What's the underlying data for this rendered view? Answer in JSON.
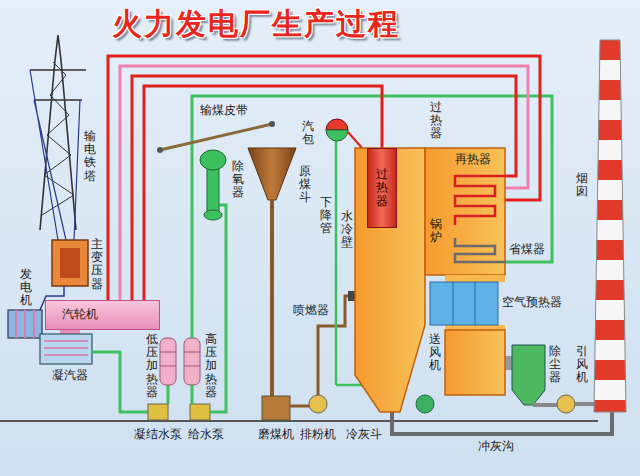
{
  "diagram": {
    "title": "火力发电厂生产过程",
    "nodes": [
      {
        "text": [
          "锅炉"
        ]
      },
      {
        "text": [
          "过热器"
        ],
        "in": 0
      },
      {
        "text": [
          "汽轮机"
        ]
      }
    ],
    "edges": [
      {
        "from": 1,
        "to": 2,
        "arrow": "none"
      }
    ],
    "labels": [
      "输电铁塔",
      "输煤皮带",
      "汽包",
      "除氧器",
      "过热器",
      "再热器",
      "原煤斗",
      "烟囱",
      "下降管",
      "水冷壁",
      "主变压器",
      "省煤器",
      "发电机",
      "空气预热器",
      "喷燃器",
      "低压加热器",
      "高压加热器",
      "送风机",
      "凝汽器",
      "除尘器",
      "引风机",
      "凝结水泵",
      "给水泵",
      "磨煤机",
      "排粉机",
      "冷灰斗",
      "冲灰沟"
    ]
  }
}
